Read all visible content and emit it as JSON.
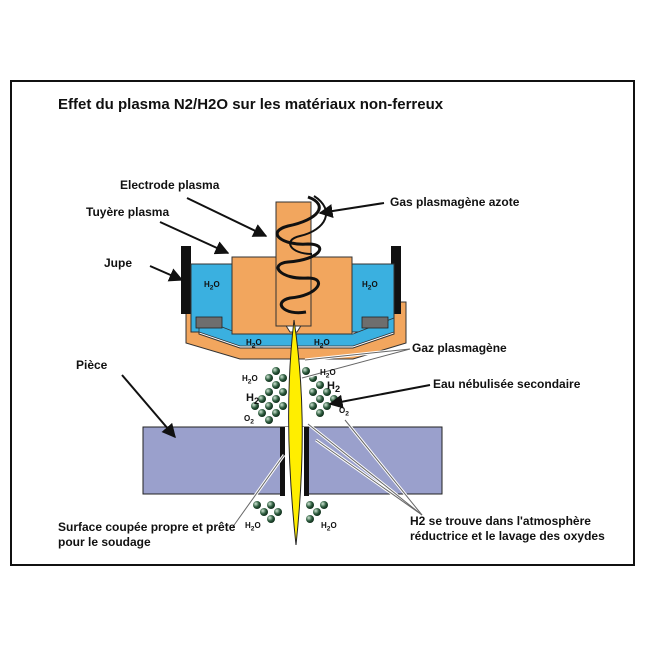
{
  "title": "Effet du plasma N2/H2O sur les matériaux non-ferreux",
  "labels": {
    "electrode": "Electrode plasma",
    "tuyere": "Tuyère plasma",
    "jupe": "Jupe",
    "gas_azote": "Gas plasmagène azote",
    "piece": "Pièce",
    "gaz_plasmagene": "Gaz plasmagène",
    "eau": "Eau nébulisée secondaire",
    "surface_line1": "Surface coupée propre et prête",
    "surface_line2": "pour le soudage",
    "h2_line1": "H2 se trouve dans l'atmosphère",
    "h2_line2": "réductrice et le lavage des oxydes"
  },
  "chem": {
    "h2o": "H2O",
    "h2o_base": "H",
    "h2o_sub": "2",
    "h2o_tail": "O",
    "h2_base": "H",
    "h2_sub": "2",
    "o2_base": "O",
    "o2_sub": "2"
  },
  "colors": {
    "electrode": "#f2a65e",
    "water": "#3ab0e0",
    "workpiece": "#9aa0cc",
    "arc": "#ffee00",
    "droplet": "#2d5c3e",
    "jupe": "#111111"
  }
}
